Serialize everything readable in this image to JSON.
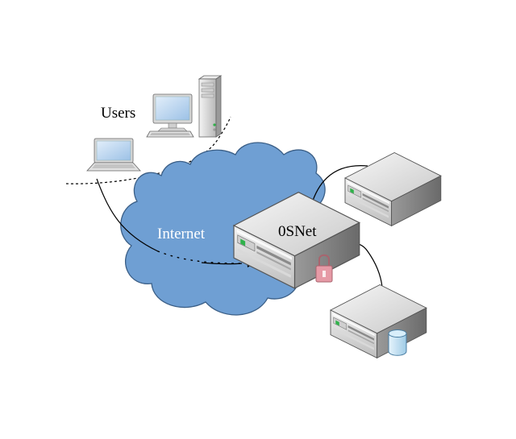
{
  "labels": {
    "users": "Users",
    "internet": "Internet",
    "server": "0SNet"
  },
  "colors": {
    "cloud_fill": "#6f9fd3",
    "cloud_stroke": "#3a5e86",
    "internet_text": "#ffffff",
    "server_top": "#eeeeee",
    "server_front": "#dcdcdc",
    "server_side": "#8c8c8c",
    "led": "#2fb24a",
    "lock": "#e69aa6",
    "database": "#bfe3f6",
    "monitor_screen": "#bcd8f2",
    "line": "#000000"
  },
  "icons": [
    "desktop-computer-icon",
    "tower-case-icon",
    "laptop-icon",
    "cloud-icon",
    "server-icon",
    "lock-icon",
    "database-icon"
  ]
}
